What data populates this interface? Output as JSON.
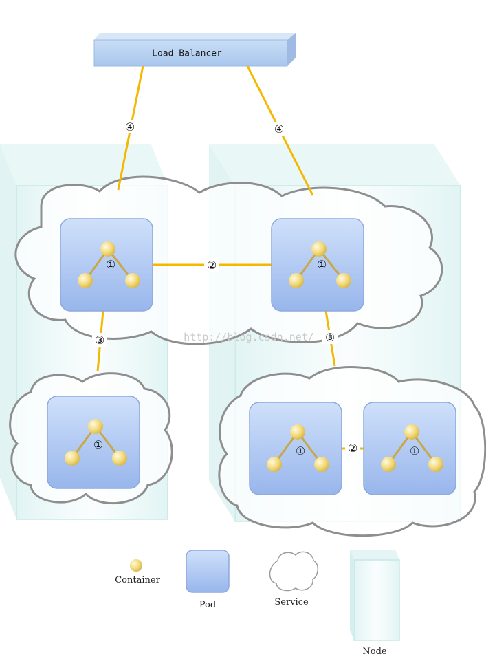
{
  "load_balancer": {
    "label": "Load Balancer"
  },
  "markers": {
    "one": "①",
    "two": "②",
    "three": "③",
    "four": "④"
  },
  "watermark": "http://blog.csdn.net/",
  "legend": {
    "container": "Container",
    "pod": "Pod",
    "service": "Service",
    "node": "Node"
  },
  "colors": {
    "link": "#f5b800",
    "pod_fill": "#a9c7f2",
    "pod_stroke": "#8fa8dc",
    "container": "#f0d77a",
    "container_link": "#c8a64a",
    "node": "#dff3f3",
    "cloud_stroke": "#8e8e8e"
  }
}
